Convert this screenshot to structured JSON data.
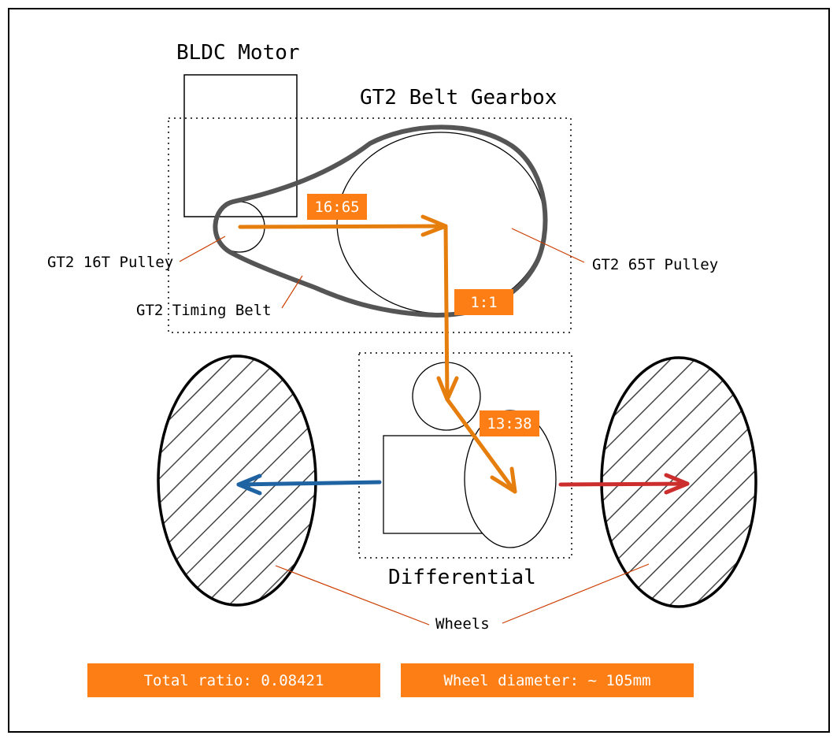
{
  "titles": {
    "motor": "BLDC Motor",
    "gearbox": "GT2 Belt Gearbox",
    "differential": "Differential"
  },
  "labels": {
    "small_pulley": "GT2 16T Pulley",
    "large_pulley": "GT2 65T Pulley",
    "belt": "GT2 Timing Belt",
    "wheels": "Wheels"
  },
  "ratios": {
    "belt_stage": "16:65",
    "shaft": "1:1",
    "diff_stage": "13:38"
  },
  "summary": {
    "total_ratio": "Total ratio: 0.08421",
    "wheel_diameter": "Wheel diameter: ~ 105mm"
  },
  "colors": {
    "flow": "#e67e0e",
    "tag": "#fd7e14",
    "left_output": "#1f63a3",
    "right_output": "#cc2d2d",
    "leader": "#cc3e00",
    "belt": "#555555"
  }
}
